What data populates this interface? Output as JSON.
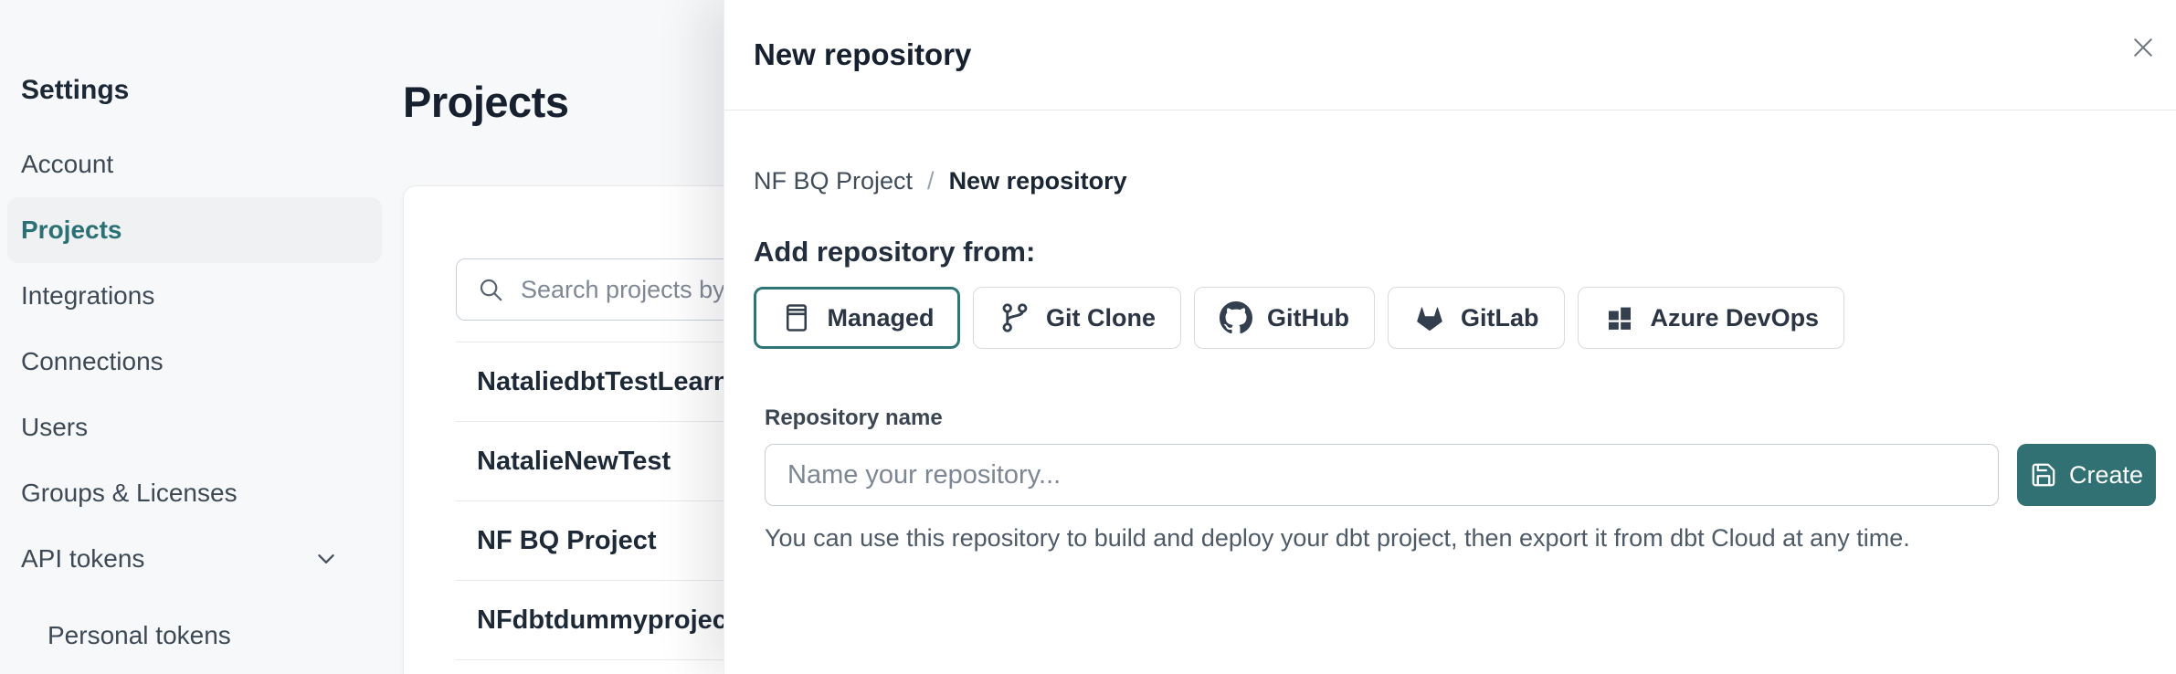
{
  "sidebar": {
    "title": "Settings",
    "items": [
      {
        "label": "Account",
        "selected": false
      },
      {
        "label": "Projects",
        "selected": true
      },
      {
        "label": "Integrations",
        "selected": false
      },
      {
        "label": "Connections",
        "selected": false
      },
      {
        "label": "Users",
        "selected": false
      },
      {
        "label": "Groups & Licenses",
        "selected": false
      },
      {
        "label": "API tokens",
        "selected": false,
        "has_chevron": true,
        "chevron_icon": "chevron-down-icon"
      },
      {
        "label": "Personal tokens",
        "selected": false,
        "indented": true
      }
    ]
  },
  "main": {
    "title": "Projects",
    "search": {
      "placeholder": "Search projects by name",
      "icon": "search-icon"
    },
    "projects": [
      {
        "name": "NataliedbtTestLearn T"
      },
      {
        "name": "NatalieNewTest"
      },
      {
        "name": "NF BQ Project"
      },
      {
        "name": "NFdbtdummyproject"
      }
    ]
  },
  "modal": {
    "title": "New repository",
    "close_icon": "close-icon",
    "breadcrumb": {
      "parent": "NF BQ Project",
      "separator": "/",
      "current": "New repository"
    },
    "section_heading": "Add repository from:",
    "source_options": [
      {
        "label": "Managed",
        "icon": "managed-repo-icon",
        "selected": true
      },
      {
        "label": "Git Clone",
        "icon": "git-branch-icon",
        "selected": false
      },
      {
        "label": "GitHub",
        "icon": "github-icon",
        "selected": false
      },
      {
        "label": "GitLab",
        "icon": "gitlab-icon",
        "selected": false
      },
      {
        "label": "Azure DevOps",
        "icon": "azure-devops-icon",
        "selected": false
      }
    ],
    "repo_name": {
      "label": "Repository name",
      "placeholder": "Name your repository...",
      "value": ""
    },
    "create_button": {
      "label": "Create",
      "icon": "save-icon"
    },
    "helper_text": "You can use this repository to build and deploy your dbt project, then export it from dbt Cloud at any time."
  },
  "colors": {
    "accent_teal_border": "#2e7578",
    "selected_nav_text": "#2a7074",
    "create_button_bg": "#317174",
    "heading_ink": "#1d2836",
    "page_background": "#f7f8f9"
  }
}
